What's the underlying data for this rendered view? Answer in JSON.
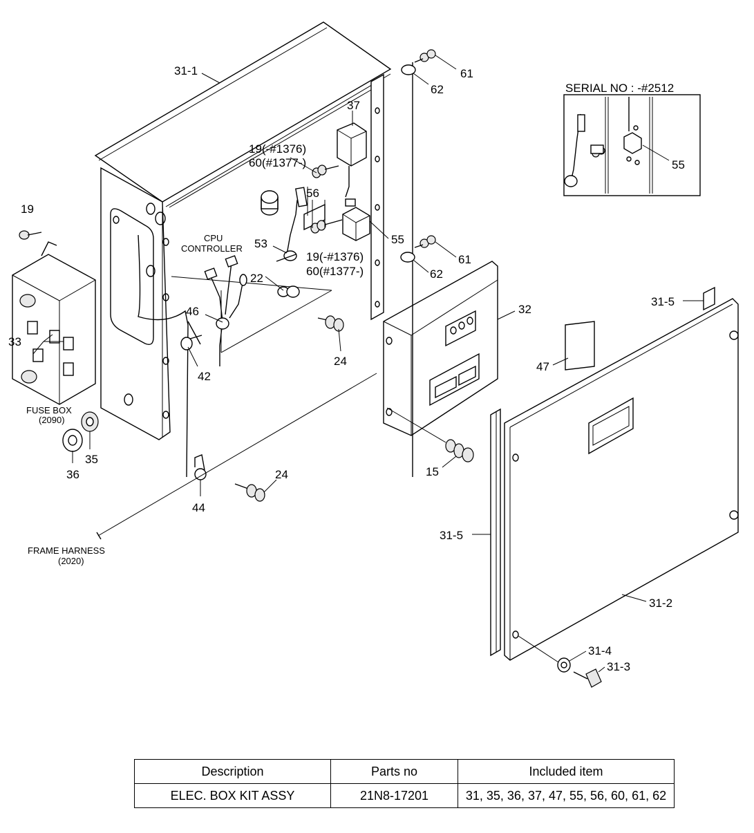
{
  "callouts": {
    "c31_1": "31-1",
    "c37": "37",
    "c19a": "19(-#1376)",
    "c60a": "60(#1377-)",
    "c56": "56",
    "c55": "55",
    "c53": "53",
    "cpu1": "CPU",
    "cpu2": "CONTROLLER",
    "c19b": "19(-#1376)",
    "c60b": "60(#1377-)",
    "c22": "22",
    "c46": "46",
    "c42": "42",
    "c24a": "24",
    "c19": "19",
    "c33": "33",
    "fuse1": "FUSE BOX",
    "fuse2": "(2090)",
    "c35": "35",
    "c36": "36",
    "c44": "44",
    "c24b": "24",
    "frame1": "FRAME HARNESS",
    "frame2": "(2020)",
    "c61a": "61",
    "c62a": "62",
    "c61b": "61",
    "c62b": "62",
    "c32": "32",
    "c15": "15",
    "c31_5a": "31-5",
    "c47": "47",
    "c31_5b": "31-5",
    "c31_2": "31-2",
    "c31_4": "31-4",
    "c31_3": "31-3"
  },
  "inset": {
    "title": "SERIAL NO : -#2512",
    "c55": "55"
  },
  "table": {
    "headers": [
      "Description",
      "Parts no",
      "Included item"
    ],
    "row": [
      "ELEC. BOX KIT ASSY",
      "21N8-17201",
      "31, 35, 36, 37, 47, 55, 56, 60, 61, 62"
    ]
  }
}
